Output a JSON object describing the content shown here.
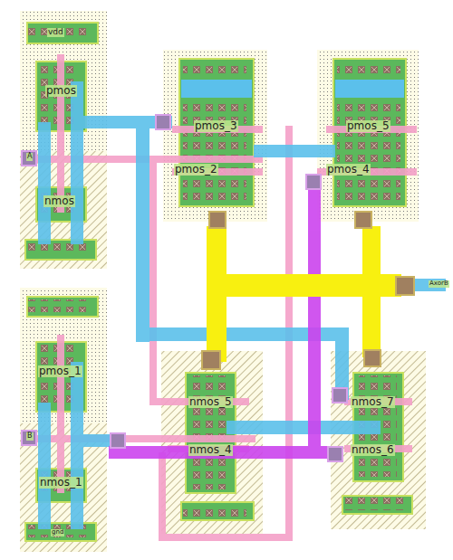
{
  "diagram": {
    "labels": [
      "vdd",
      "pmos",
      "A",
      "nmos",
      "pmos_1",
      "B",
      "nmos_1",
      "gnd",
      "pmos_3",
      "pmos_2",
      "pmos_5",
      "pmos_4",
      "AxorB",
      "nmos_5",
      "nmos_4",
      "nmos_7",
      "nmos_6"
    ]
  }
}
